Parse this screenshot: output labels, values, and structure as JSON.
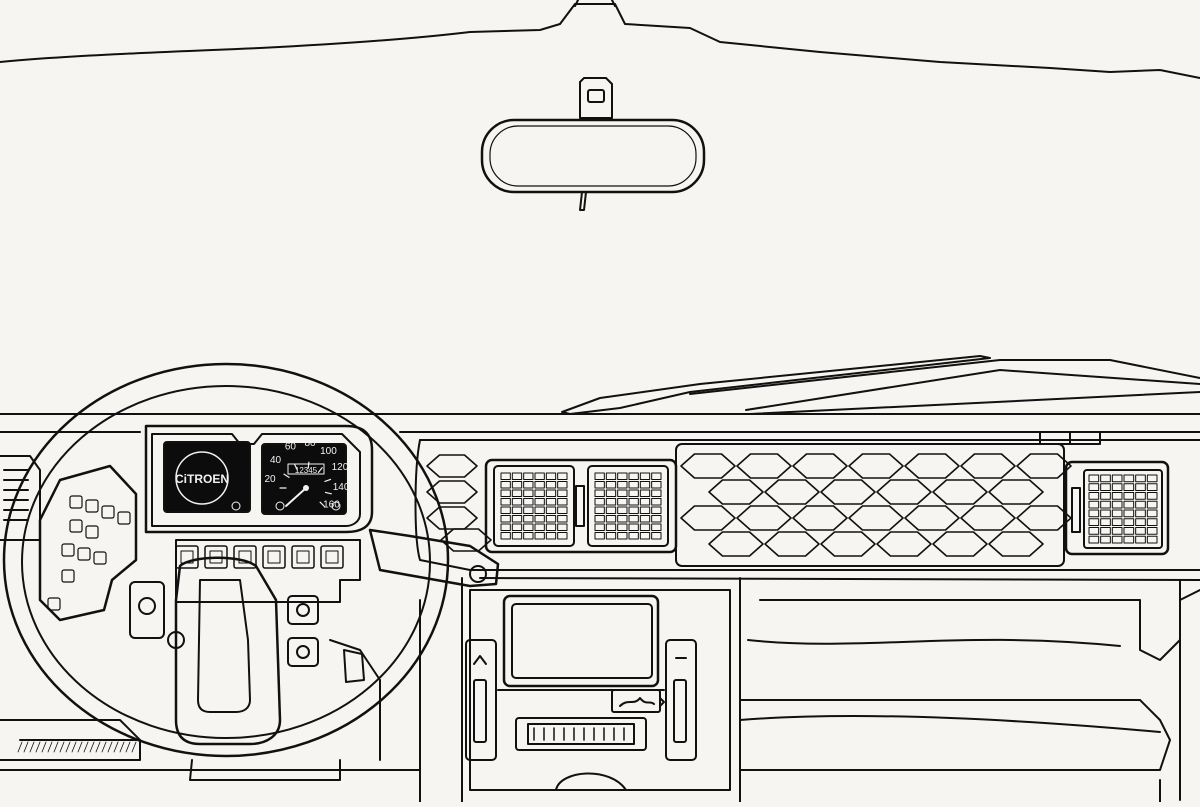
{
  "brand": {
    "logo_text": "CiTROEN"
  },
  "speedometer": {
    "ticks": [
      "20",
      "40",
      "60",
      "80",
      "100",
      "120",
      "140",
      "160"
    ],
    "odometer": "12345"
  },
  "colors": {
    "line": "#111111",
    "paper": "#f6f5f1",
    "display": "#0c0c0c",
    "display_text": "#f2f2f2"
  },
  "icons": {
    "mirror": "rearview-mirror-icon",
    "wheel": "steering-wheel-icon",
    "vent": "air-vent-icon",
    "wiper": "wiper-icon",
    "heater": "heater-slider-icon"
  }
}
